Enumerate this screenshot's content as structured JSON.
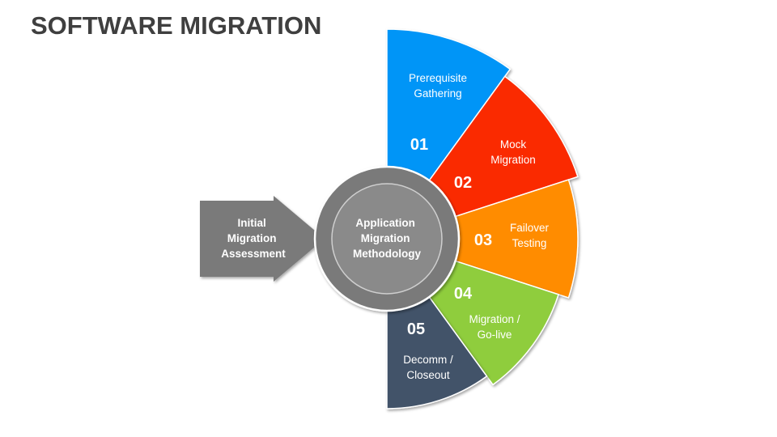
{
  "title": "SOFTWARE MIGRATION",
  "input": {
    "lines": [
      "Initial",
      "Migration",
      "Assessment"
    ]
  },
  "center": {
    "lines": [
      "Application",
      "Migration",
      "Methodology"
    ]
  },
  "steps": [
    {
      "number": "01",
      "lines": [
        "Prerequisite",
        "Gathering"
      ],
      "color": "#0095f7"
    },
    {
      "number": "02",
      "lines": [
        "Mock",
        "Migration"
      ],
      "color": "#fa2a00"
    },
    {
      "number": "03",
      "lines": [
        "Failover",
        "Testing"
      ],
      "color": "#ff8c00"
    },
    {
      "number": "04",
      "lines": [
        "Migration /",
        "Go-live"
      ],
      "color": "#8fcd3e"
    },
    {
      "number": "05",
      "lines": [
        "Decomm /",
        "Closeout"
      ],
      "color": "#425369"
    }
  ],
  "colors": {
    "gray_dark": "#7a7a7a",
    "gray_light": "#8a8a8a"
  }
}
